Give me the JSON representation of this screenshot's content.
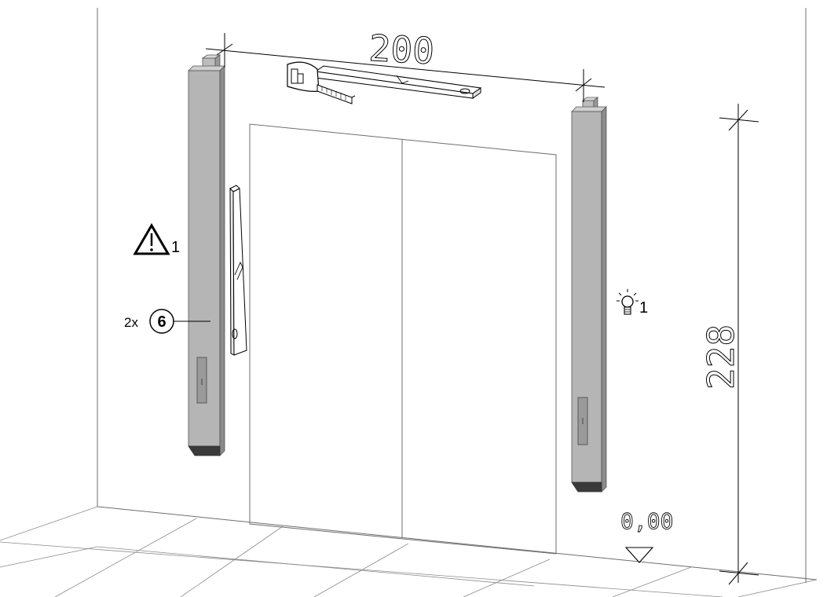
{
  "dimensions": {
    "width_label": "200",
    "height_label": "228",
    "level_label": "0,00"
  },
  "annotations": {
    "warning_count": "1",
    "tip_count": "1",
    "part_quantity": "2x",
    "part_number": "6"
  },
  "icons": [
    "warning-icon",
    "light-bulb-icon",
    "tape-measure-icon",
    "spirit-level-icon",
    "level-marker-icon"
  ]
}
